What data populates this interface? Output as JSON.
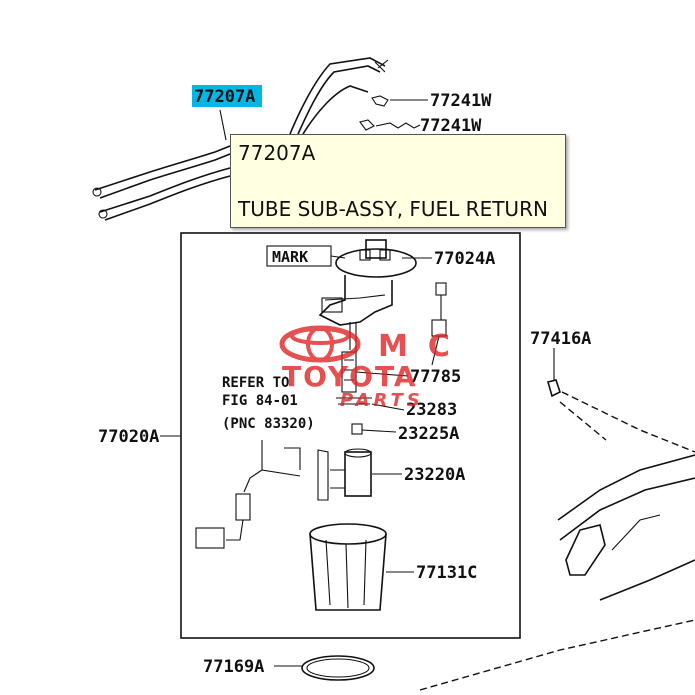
{
  "tooltip": {
    "part_number": "77207A",
    "description": "TUBE SUB-ASSY, FUEL RETURN"
  },
  "labels": {
    "tube": "77207A",
    "clamp_upper": "77241W",
    "clamp_lower": "77241W",
    "mark": "MARK",
    "gauge": "77024A",
    "bracket": "77416A",
    "filter_part": "77785",
    "pump_assy": "77020A",
    "strainer": "23283",
    "cushion": "23225A",
    "pump": "23220A",
    "cup": "77131C",
    "gasket": "77169A"
  },
  "refer_note": {
    "line1": "REFER TO",
    "line2": "FIG 84-01",
    "line3": "(PNC 83320)"
  },
  "watermark": {
    "brand_top": "MC",
    "brand_main": "TOYOTA",
    "brand_sub": "PARTS"
  },
  "colors": {
    "highlight": "#00b7e6",
    "tooltip_bg": "#ffffe1",
    "watermark": "#e02020"
  }
}
